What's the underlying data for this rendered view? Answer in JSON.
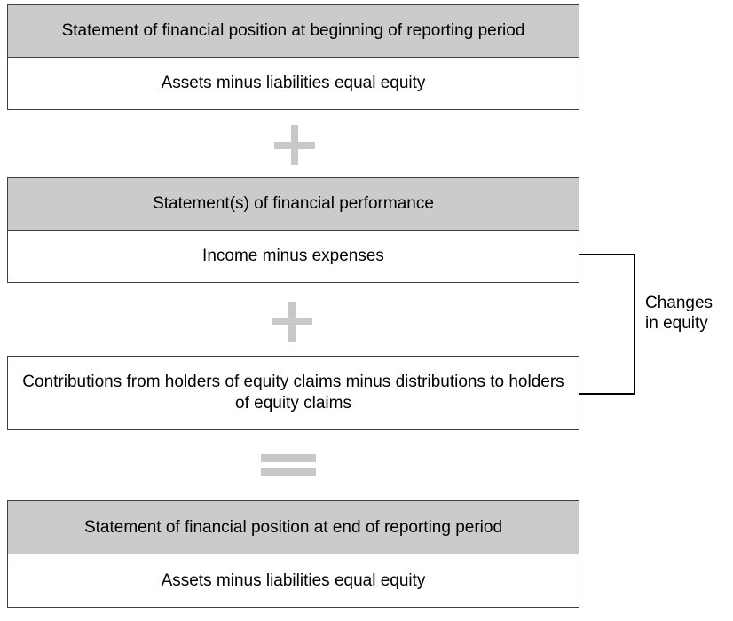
{
  "boxes": {
    "opening": {
      "header": "Statement of financial position at beginning of reporting period",
      "body": "Assets minus liabilities equal equity"
    },
    "performance": {
      "header": "Statement(s) of financial performance",
      "body": "Income minus expenses"
    },
    "contributions": {
      "body": "Contributions from holders of equity claims minus distributions to holders of equity claims"
    },
    "closing": {
      "header": "Statement of financial position at end of reporting period",
      "body": "Assets minus liabilities equal equity"
    }
  },
  "side_label": {
    "line1": "Changes",
    "line2": "in equity"
  },
  "colors": {
    "header_fill": "#cbcbcb",
    "operator": "#c8c8c8",
    "border": "#3f3f3f"
  }
}
